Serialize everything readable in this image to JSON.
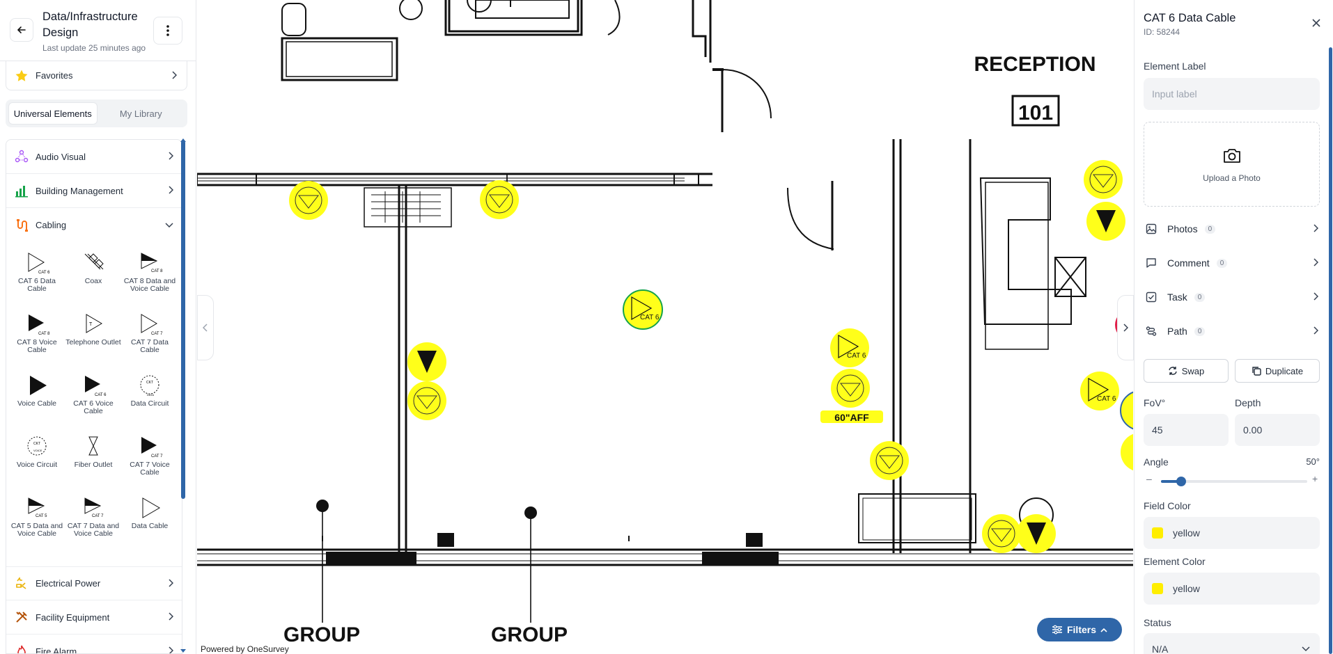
{
  "project": {
    "title": "Data/Infrastructure Design",
    "last_update": "Last update 25 minutes ago"
  },
  "sidebar": {
    "favorites_label": "Favorites",
    "tabs": [
      {
        "label": "Universal Elements",
        "active": true
      },
      {
        "label": "My Library",
        "active": false
      }
    ],
    "categories": [
      {
        "label": "Audio Visual",
        "icon": "audio-visual-icon",
        "color": "#a855f7",
        "expanded": false
      },
      {
        "label": "Building Management",
        "icon": "bar-chart-icon",
        "color": "#16a34a",
        "expanded": false
      },
      {
        "label": "Cabling",
        "icon": "cable-icon",
        "color": "#f97316",
        "expanded": true
      },
      {
        "label": "Electrical Power",
        "icon": "electrical-plug-icon",
        "color": "#eab308",
        "expanded": false
      },
      {
        "label": "Facility Equipment",
        "icon": "tools-icon",
        "color": "#b45309",
        "expanded": false
      },
      {
        "label": "Fire Alarm",
        "icon": "fire-icon",
        "color": "#dc2626",
        "expanded": false
      }
    ],
    "cabling_elements": [
      {
        "label": "CAT 6 Data Cable",
        "icon": "cat6-data-cable-icon",
        "tag": "CAT 6"
      },
      {
        "label": "Coax",
        "icon": "coax-icon",
        "tag": ""
      },
      {
        "label": "CAT 8 Data and Voice Cable",
        "icon": "cat8-data-voice-cable-icon",
        "tag": "CAT 8"
      },
      {
        "label": "CAT 8 Voice Cable",
        "icon": "cat8-voice-cable-icon",
        "tag": "CAT 8"
      },
      {
        "label": "Telephone Outlet",
        "icon": "telephone-outlet-icon",
        "tag": "T"
      },
      {
        "label": "CAT 7 Data Cable",
        "icon": "cat7-data-cable-icon",
        "tag": "CAT 7"
      },
      {
        "label": "Voice Cable",
        "icon": "voice-cable-icon",
        "tag": ""
      },
      {
        "label": "CAT 6 Voice Cable",
        "icon": "cat6-voice-cable-icon",
        "tag": "CAT 6"
      },
      {
        "label": "Data Circuit",
        "icon": "data-circuit-icon",
        "tag": "CKT"
      },
      {
        "label": "Voice Circuit",
        "icon": "voice-circuit-icon",
        "tag": "CKT"
      },
      {
        "label": "Fiber Outlet",
        "icon": "fiber-outlet-icon",
        "tag": ""
      },
      {
        "label": "CAT 7 Voice Cable",
        "icon": "cat7-voice-cable-icon",
        "tag": "CAT 7"
      },
      {
        "label": "CAT 5 Data and Voice Cable",
        "icon": "cat5-data-voice-cable-icon",
        "tag": "CAT 5"
      },
      {
        "label": "CAT 7 Data and Voice Cable",
        "icon": "cat7-data-voice-cable-icon",
        "tag": "CAT 7"
      },
      {
        "label": "Data Cable",
        "icon": "data-cable-icon",
        "tag": ""
      }
    ]
  },
  "canvas": {
    "room_name": "RECEPTION",
    "room_number": "101",
    "group_labels": [
      "GROUP",
      "GROUP"
    ],
    "marker_tag": "CAT 6",
    "height_label": "60\"AFF",
    "marker_color": "#ffff1a",
    "filters_label": "Filters",
    "powered_by": "Powered by OneSurvey"
  },
  "panel": {
    "title": "CAT 6 Data Cable",
    "id_text": "ID: 58244",
    "element_label_heading": "Element Label",
    "element_label_placeholder": "Input label",
    "upload_label": "Upload a Photo",
    "rows": [
      {
        "label": "Photos",
        "count": "0",
        "icon": "image-icon"
      },
      {
        "label": "Comment",
        "count": "0",
        "icon": "comment-icon"
      },
      {
        "label": "Task",
        "count": "0",
        "icon": "checkbox-icon"
      },
      {
        "label": "Path",
        "count": "0",
        "icon": "path-icon"
      }
    ],
    "swap_label": "Swap",
    "duplicate_label": "Duplicate",
    "fov_label": "FoV°",
    "fov_value": "45",
    "depth_label": "Depth",
    "depth_value": "0.00",
    "angle_label": "Angle",
    "angle_value": "50°",
    "angle_fraction": 0.14,
    "field_color_label": "Field Color",
    "field_color_value": "yellow",
    "element_color_label": "Element Color",
    "element_color_value": "yellow",
    "color_hex": "#ffee00",
    "status_label": "Status",
    "status_value": "N/A"
  },
  "theme": {
    "accent": "#2f66a8"
  }
}
